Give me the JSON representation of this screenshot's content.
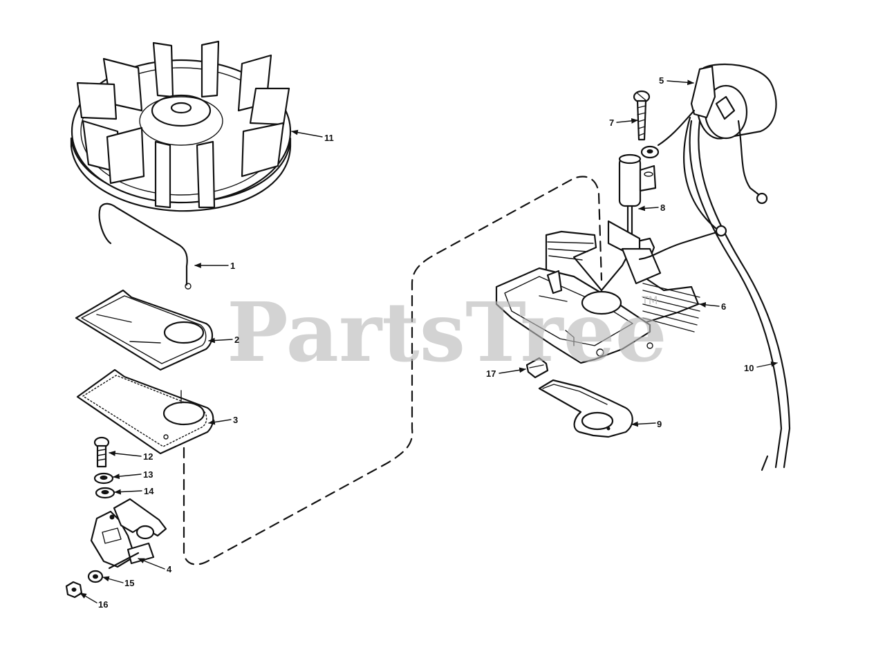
{
  "watermark": {
    "text": "PartsTree",
    "mark": "TM",
    "color": "#b9b9b9"
  },
  "callouts": {
    "c1": "1",
    "c2": "2",
    "c3": "3",
    "c4": "4",
    "c5": "5",
    "c6": "6",
    "c7": "7",
    "c8": "8",
    "c9": "9",
    "c10": "10",
    "c11": "11",
    "c12": "12",
    "c13": "13",
    "c14": "14",
    "c15": "15",
    "c16": "16",
    "c17": "17"
  },
  "colors": {
    "ink": "#111111",
    "paper": "#ffffff"
  }
}
